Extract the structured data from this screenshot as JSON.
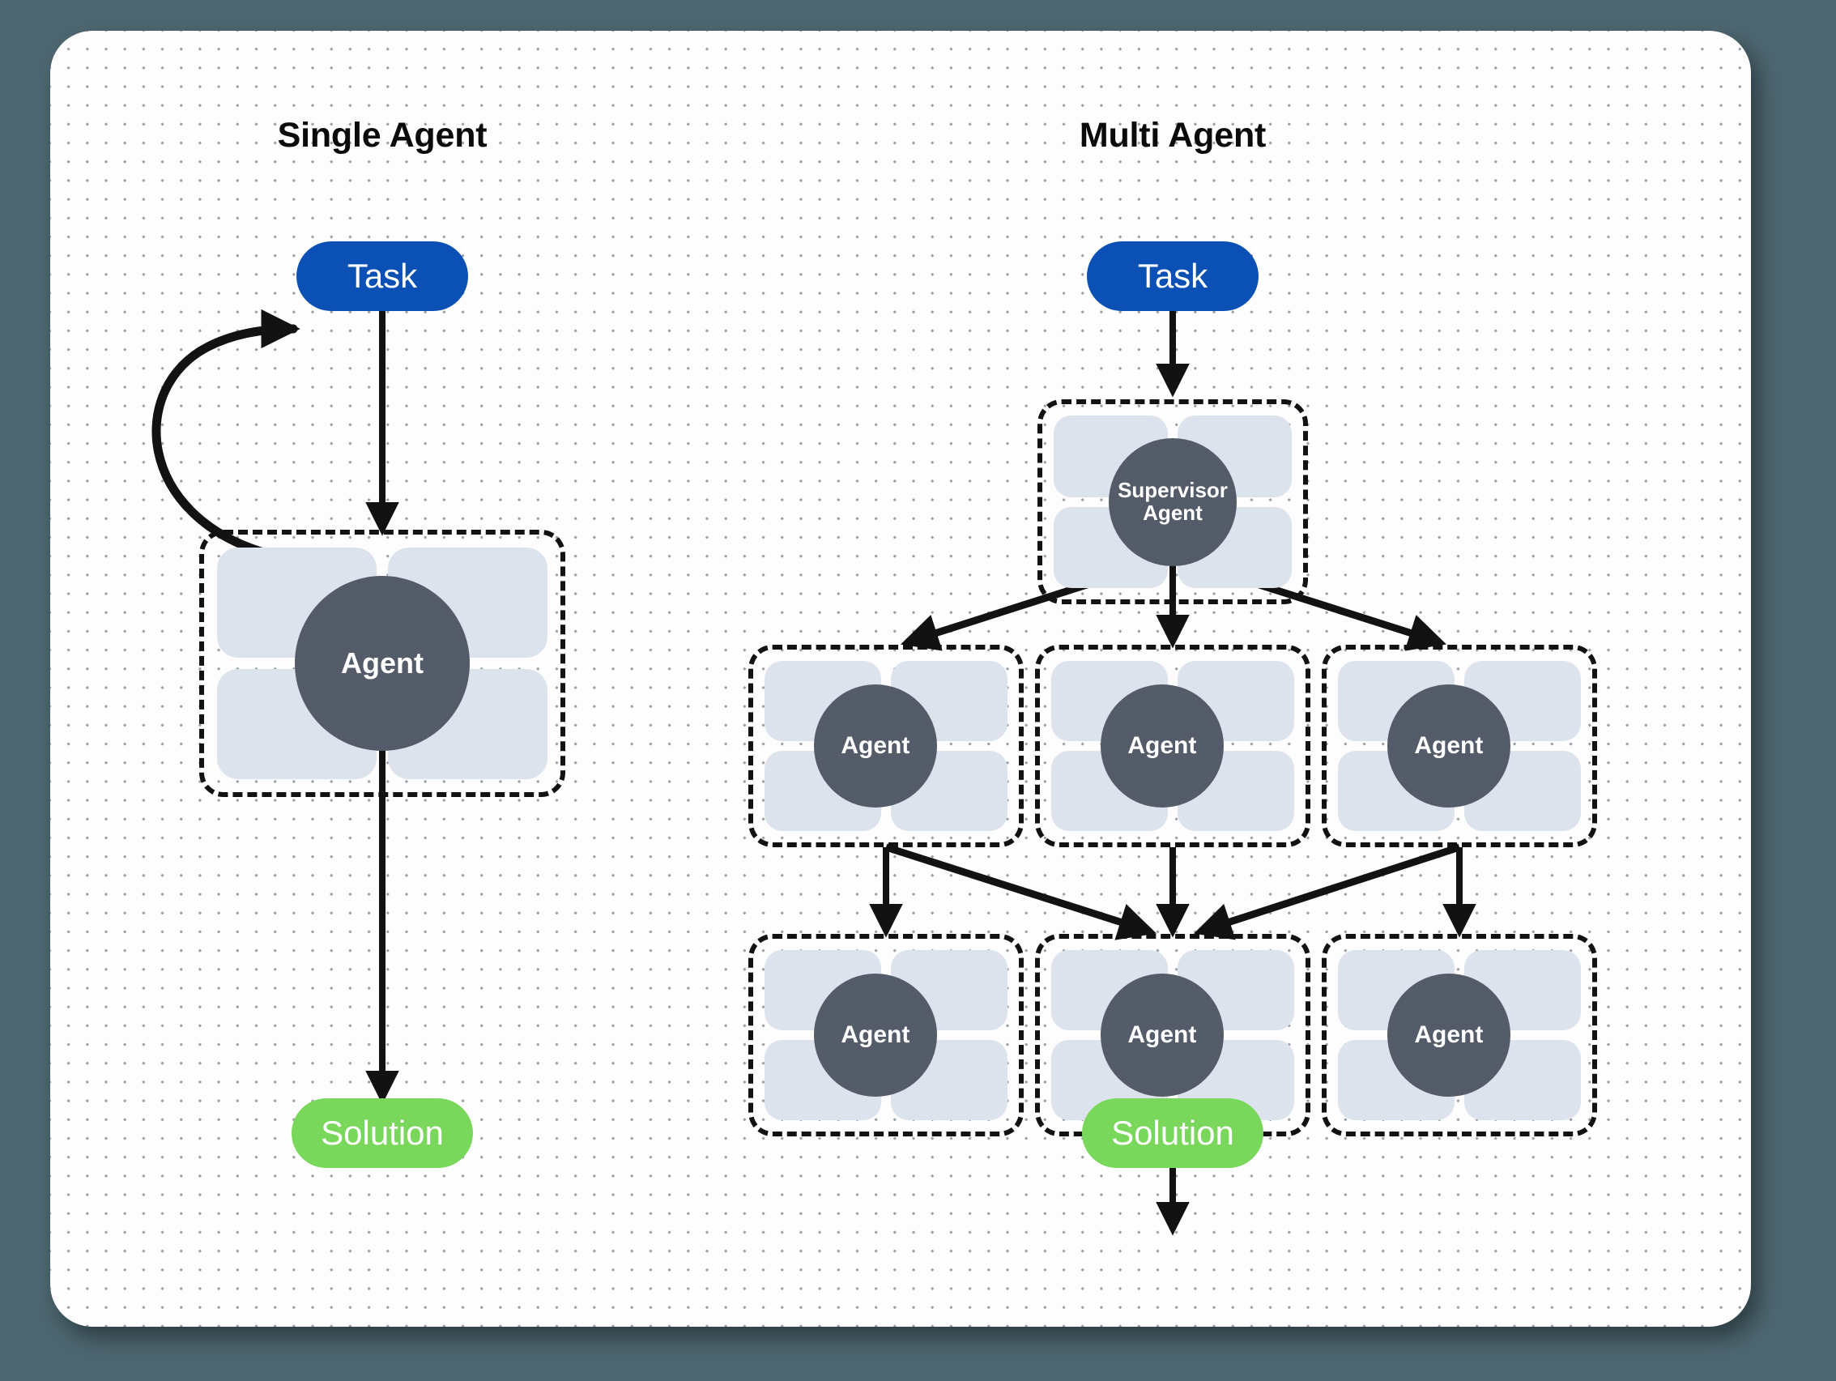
{
  "canvas": {
    "background_color": "#4d6670",
    "card_background": "#fdfdfd",
    "dot_color": "#9aa0a8"
  },
  "palette": {
    "task_blue": "#0b50b5",
    "solution_green": "#79d85c",
    "agent_circle": "#545b69",
    "tile_blue_gray": "#dce3ed",
    "stroke_black": "#121212"
  },
  "sections": [
    {
      "id": "single-agent",
      "title": "Single Agent",
      "task_label": "Task",
      "agent_label": "Agent",
      "solution_label": "Solution"
    },
    {
      "id": "multi-agent",
      "title": "Multi Agent",
      "task_label": "Task",
      "supervisor_label_line1": "Supervisor",
      "supervisor_label_line2": "Agent",
      "solution_label": "Solution",
      "worker_row_1": [
        {
          "label": "Agent"
        },
        {
          "label": "Agent"
        },
        {
          "label": "Agent"
        }
      ],
      "worker_row_2": [
        {
          "label": "Agent"
        },
        {
          "label": "Agent"
        },
        {
          "label": "Agent"
        }
      ]
    }
  ]
}
